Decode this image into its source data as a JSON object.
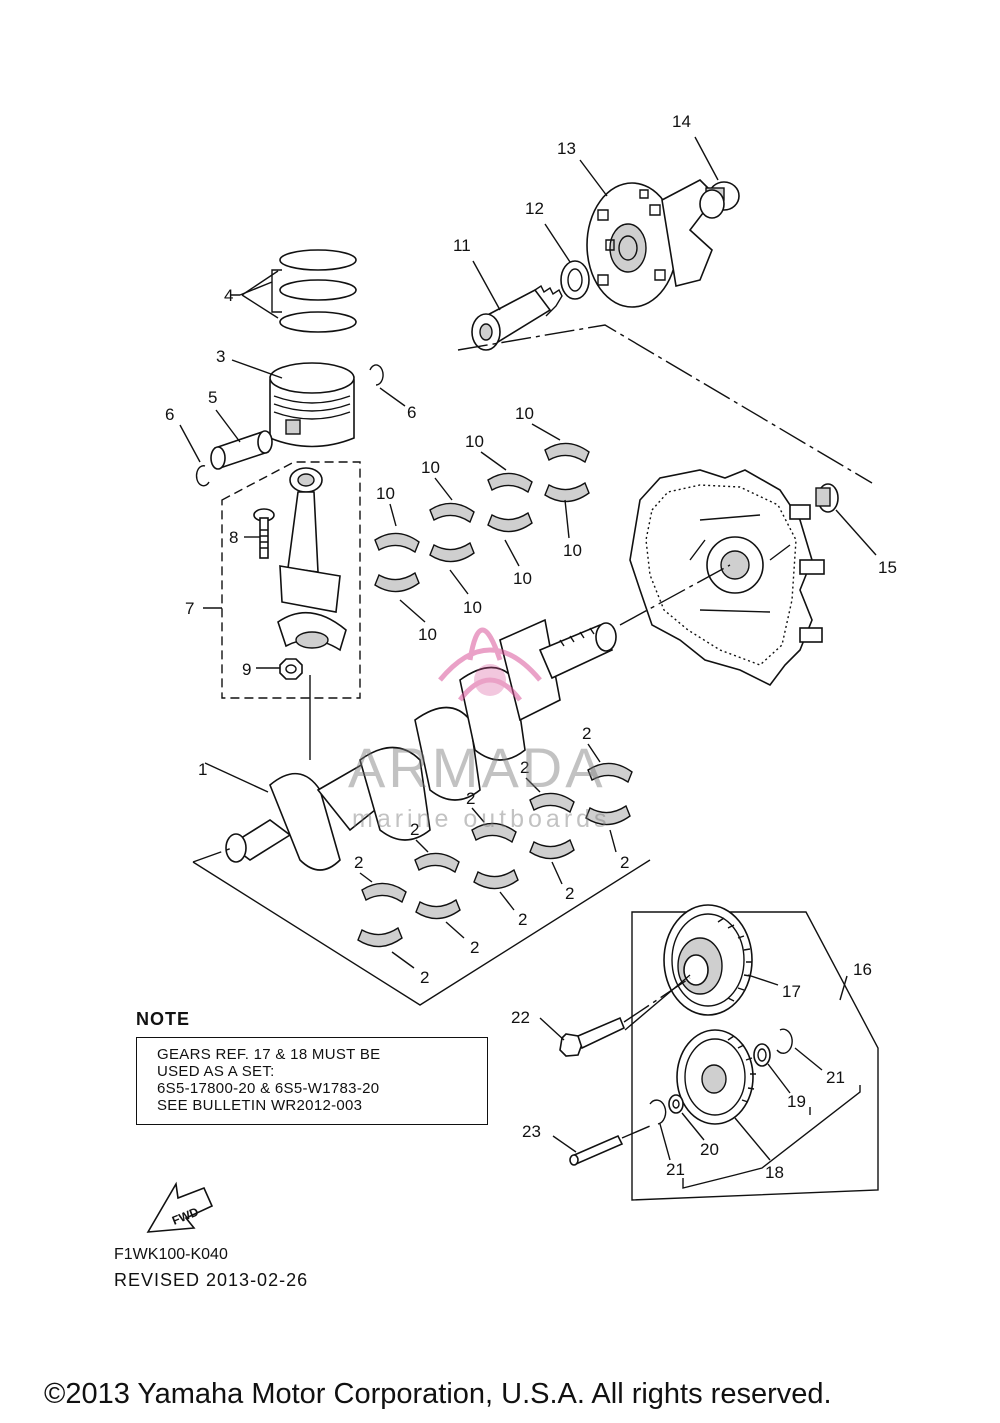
{
  "callouts": {
    "c1": "1",
    "c2": "2",
    "c3": "3",
    "c4": "4",
    "c5": "5",
    "c6": "6",
    "c7": "7",
    "c8": "8",
    "c9": "9",
    "c10": "10",
    "c11": "11",
    "c12": "12",
    "c13": "13",
    "c14": "14",
    "c15": "15",
    "c16": "16",
    "c17": "17",
    "c18": "18",
    "c19": "19",
    "c20": "20",
    "c21": "21",
    "c22": "22",
    "c23": "23"
  },
  "note": {
    "title": "NOTE",
    "lines": [
      "GEARS REF. 17 & 18 MUST BE",
      "USED AS A SET:",
      "6S5-17800-20 & 6S5-W1783-20",
      "SEE BULLETIN WR2012-003"
    ]
  },
  "fwd_label": "FWD",
  "diagram_code": "F1WK100-K040",
  "revised": "REVISED 2013-02-26",
  "watermark": {
    "name": "ARMADA",
    "tagline": "marine outboards",
    "color": "#d9559a"
  },
  "copyright": "©2013 Yamaha Motor Corporation, U.S.A. All rights reserved."
}
